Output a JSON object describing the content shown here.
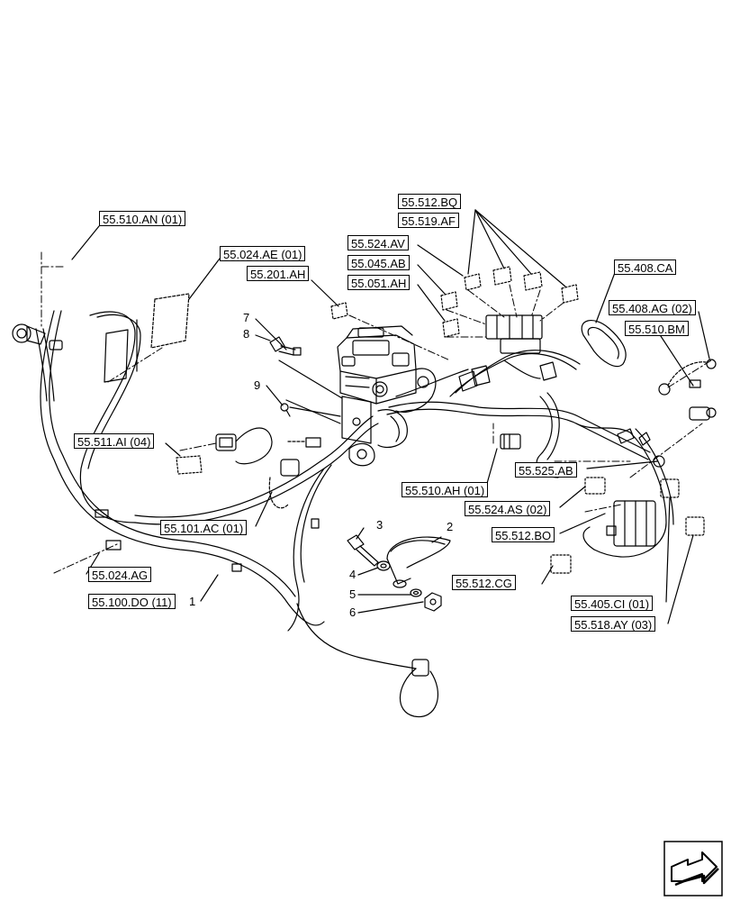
{
  "refs": {
    "r510an01": "55.510.AN (01)",
    "r024ae01": "55.024.AE (01)",
    "r201ah": "55.201.AH",
    "r512bq": "55.512.BQ",
    "r519af": "55.519.AF",
    "r524av": "55.524.AV",
    "r045ab": "55.045.AB",
    "r051ah": "55.051.AH",
    "r408ca": "55.408.CA",
    "r408ag02": "55.408.AG (02)",
    "r510bm": "55.510.BM",
    "r511ai04": "55.511.AI (04)",
    "r510ah01": "55.510.AH (01)",
    "r525ab": "55.525.AB",
    "r524as02": "55.524.AS (02)",
    "r512bo": "55.512.BO",
    "r101ac01": "55.101.AC (01)",
    "r512cg": "55.512.CG",
    "r024ag": "55.024.AG",
    "r100do11": "55.100.DO (11)",
    "r405ci01": "55.405.CI (01)",
    "r518ay03": "55.518.AY (03)"
  },
  "numbers": {
    "n1": "1",
    "n2": "2",
    "n3": "3",
    "n4": "4",
    "n5": "5",
    "n6": "6",
    "n7": "7",
    "n8": "8",
    "n9": "9"
  },
  "icons": {
    "nav": "next-page-arrow-icon"
  },
  "colors": {
    "ink": "#000000",
    "paper": "#ffffff",
    "hatch": "#888888"
  }
}
